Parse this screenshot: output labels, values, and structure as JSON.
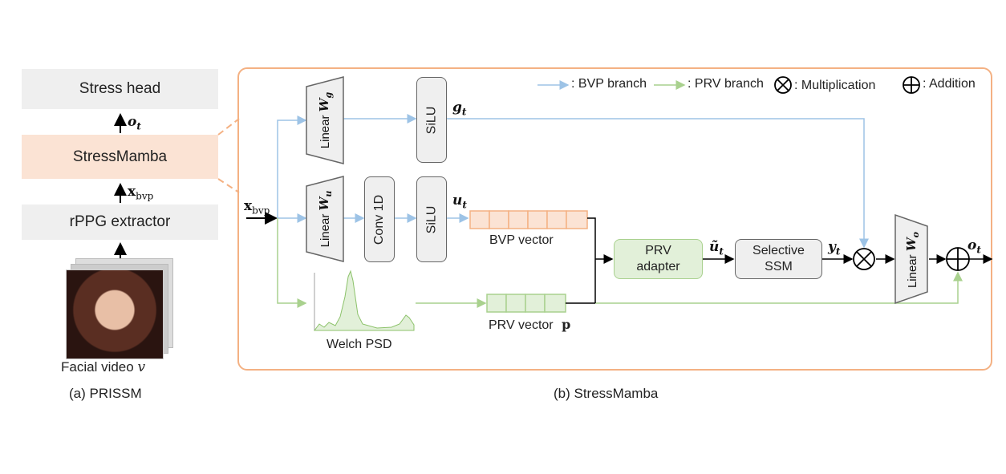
{
  "panel_a": {
    "stress_head": "Stress head",
    "stressmamba": "StressMamba",
    "rppg_extractor": "rPPG extractor",
    "o_t": "o",
    "o_t_sub": "t",
    "x_bvp": "x",
    "x_bvp_sub": "bvp",
    "video_label": "Facial video",
    "video_var": "v",
    "caption": "(a) PRISSM"
  },
  "panel_b": {
    "caption": "(b) StressMamba",
    "legend": {
      "bvp": ": BVP branch",
      "prv": ": PRV branch",
      "mult": ": Multiplication",
      "add": ": Addition"
    },
    "input": "x",
    "input_sub": "bvp",
    "linear_g": "Linear",
    "linear_g_w": "W",
    "linear_g_sub": "g",
    "linear_u": "Linear",
    "linear_u_w": "W",
    "linear_u_sub": "u",
    "linear_o": "Linear",
    "linear_o_w": "W",
    "linear_o_sub": "o",
    "conv": "Conv 1D",
    "silu_top": "SiLU",
    "silu_bottom": "SiLU",
    "g_t": "g",
    "g_t_sub": "t",
    "u_t": "u",
    "u_t_sub": "t",
    "bvp_vector": "BVP vector",
    "prv_vector": "PRV vector",
    "p": "p",
    "welch": "Welch PSD",
    "prv_adapter": "PRV adapter",
    "u_tilde": "ũ",
    "u_tilde_sub": "t",
    "ssm": "Selective SSM",
    "y_t": "y",
    "y_t_sub": "t",
    "o_t": "o",
    "o_t_sub": "t"
  },
  "colors": {
    "bvp": "#9dc3e6",
    "prv": "#a9d18e",
    "orange_border": "#f4b183",
    "orange_fill": "#fbe3d4",
    "green_fill": "#e2f0d9"
  }
}
